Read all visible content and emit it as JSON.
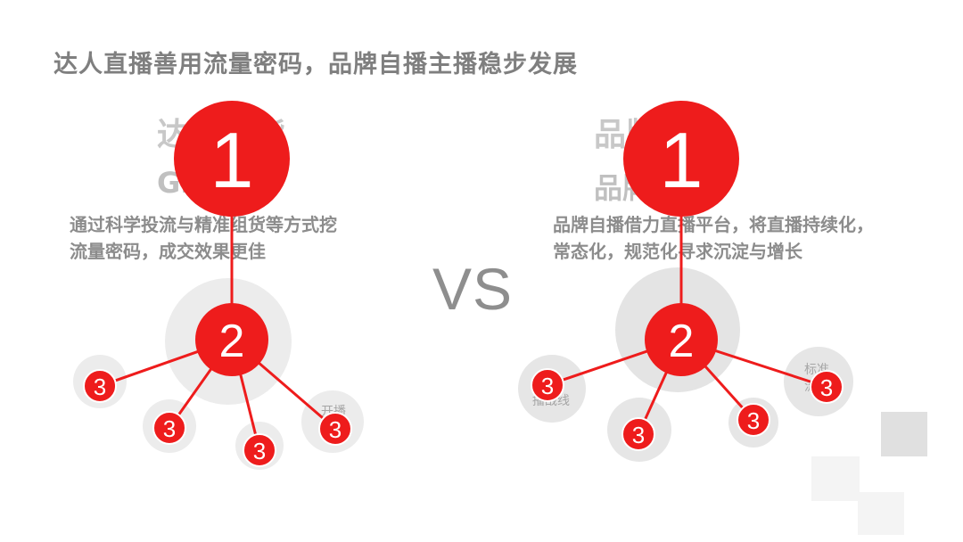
{
  "title": "达人直播善用流量密码，品牌自播主播稳步发展",
  "vs_label": "VS",
  "left_panel": {
    "heading": "达人带货",
    "subheading": "GMV",
    "description_lines": [
      "通过科学投流与精准组货等方式挖",
      "流量密码，成交效果更佳"
    ],
    "bubble_labels": [
      "开播"
    ]
  },
  "right_panel": {
    "heading": "品牌自播",
    "subheading": "品牌稳",
    "description_lines": [
      "品牌自播借力直播平台，将直播持续化，",
      "常态化，规范化寻求沉淀与增长"
    ],
    "bubble_labels": [
      "播战线",
      "标准",
      "流"
    ]
  },
  "node_labels": {
    "primary": "1",
    "secondary": "2",
    "tertiary": "3"
  },
  "colors": {
    "accent_red": "#ee1c1c",
    "title_gray": "#7f7f7f",
    "bubble_gray": "#e6e6e6"
  }
}
